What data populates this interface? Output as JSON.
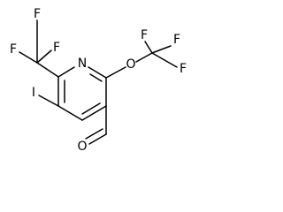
{
  "molecule": {
    "atoms": {
      "ring_n": "N",
      "ring_o_ether": "O",
      "iodine": "I",
      "aldehyde_o": "O",
      "cf3_top_f1": "F",
      "cf3_top_f2": "F",
      "cf3_top_f3": "F",
      "ocf3_f1": "F",
      "ocf3_f2": "F",
      "ocf3_f3": "F"
    }
  }
}
